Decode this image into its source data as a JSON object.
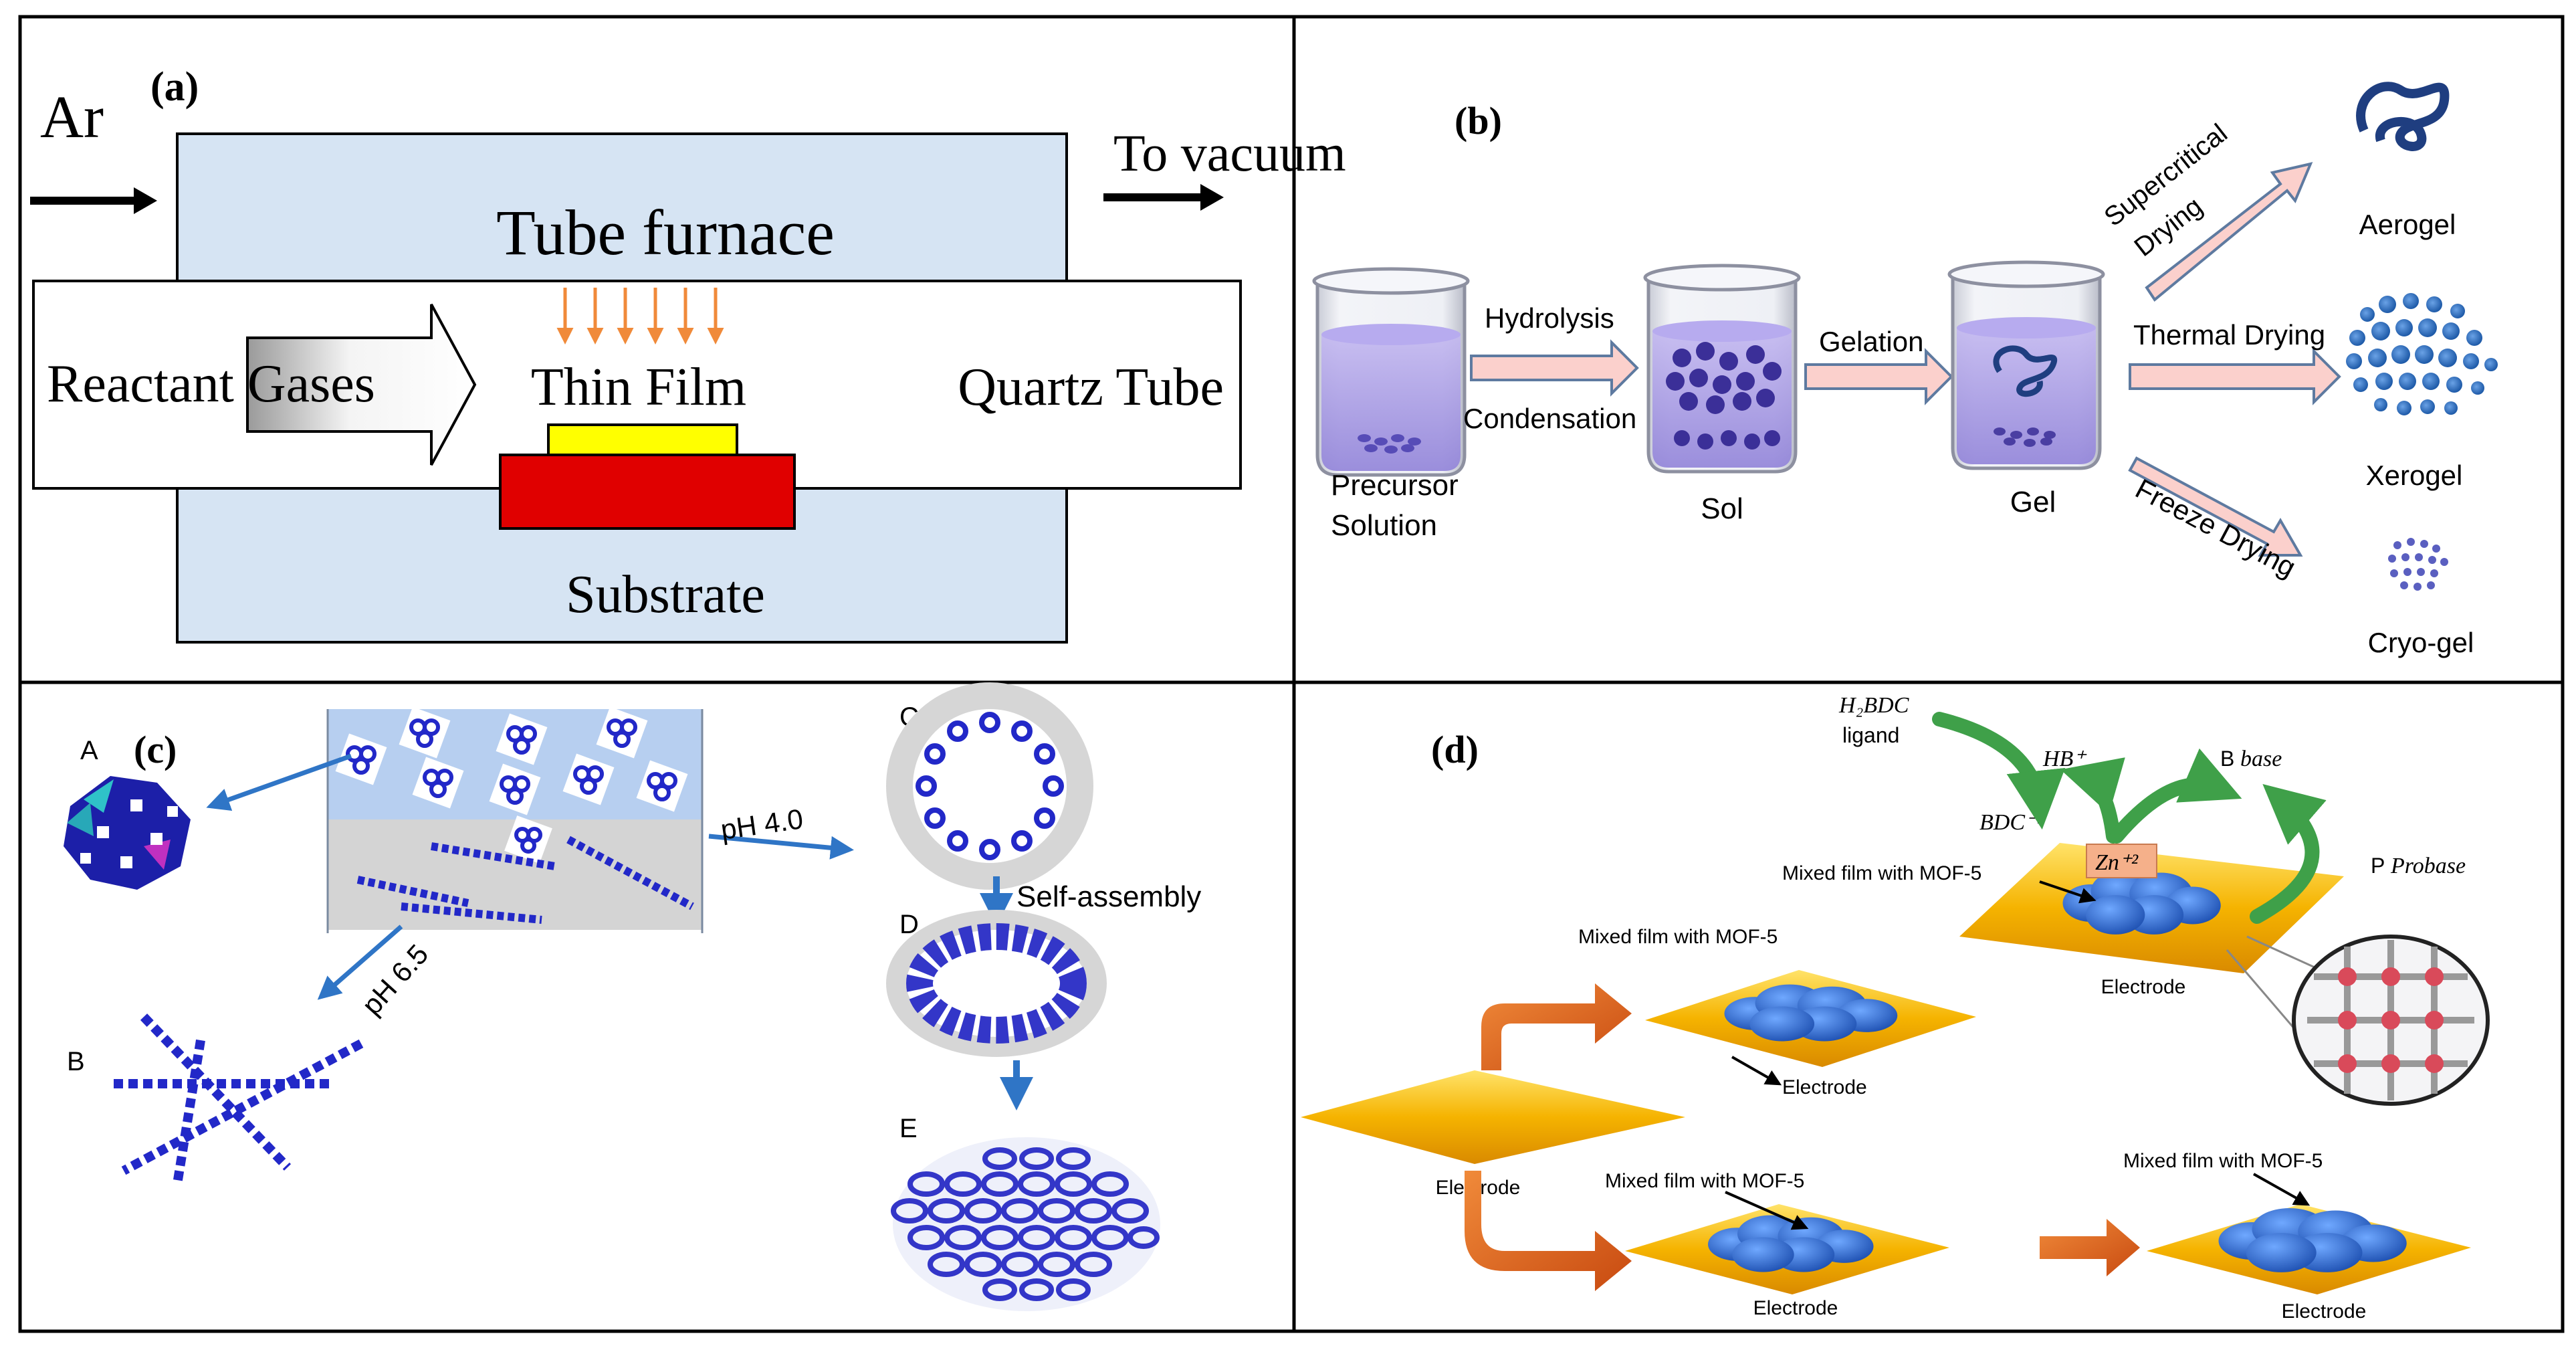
{
  "panel_a": {
    "label": "(a)",
    "gas_in": "Ar",
    "gas_out": "To vacuum",
    "furnace": "Tube furnace",
    "reactant": "Reactant Gases",
    "thin_film": "Thin Film",
    "tube": "Quartz Tube",
    "substrate": "Substrate",
    "colors": {
      "furnace": "#d6e4f3",
      "film": "#ffff00",
      "substrate": "#e00000",
      "heat_arrows": "#f08a3a"
    }
  },
  "panel_b": {
    "label": "(b)",
    "precursor": [
      "Precursor",
      "Solution"
    ],
    "step1_top": "Hydrolysis",
    "step1_bottom": "Condensation",
    "sol": "Sol",
    "step2": "Gelation",
    "gel": "Gel",
    "route_top": [
      "Supercritical",
      "Drying"
    ],
    "route_mid": "Thermal Drying",
    "route_bot": "Freeze Drying",
    "aerogel": "Aerogel",
    "xerogel": "Xerogel",
    "cryogel": "Cryo-gel",
    "colors": {
      "liquid": "#a79ae6",
      "arrow_fill": "#fbd0cc",
      "arrow_stroke": "#5e7aa0",
      "gel_blue": "#1f3e80"
    }
  },
  "panel_c": {
    "label": "(c)",
    "A": "A",
    "B": "B",
    "C": "C",
    "D": "D",
    "E": "E",
    "ph_low": "pH 4.0",
    "ph_high": "pH 6.5",
    "self_assembly": "Self-assembly",
    "colors": {
      "arrow": "#2f75c6",
      "cluster": "#2228c8",
      "top_band": "#b7cff0",
      "bottom_band": "#d4d4d4"
    }
  },
  "panel_d": {
    "label": "(d)",
    "ligand_line1": "H₂BDC",
    "ligand_line2": "ligand",
    "hb": "HB⁺",
    "bdc": "BDC⁻²",
    "b_base_letter": "B",
    "b_base_word": "base",
    "zn": "Zn⁺²",
    "p_probase_letter": "P",
    "p_probase_word": "Probase",
    "mixed_film": "Mixed film with MOF-5",
    "electrode": "Electrode",
    "colors": {
      "electrode": "#f5b300",
      "cloud": "#2f6fd0",
      "orange_arrow": "#e8651c",
      "green_arrow": "#3fa049"
    }
  }
}
